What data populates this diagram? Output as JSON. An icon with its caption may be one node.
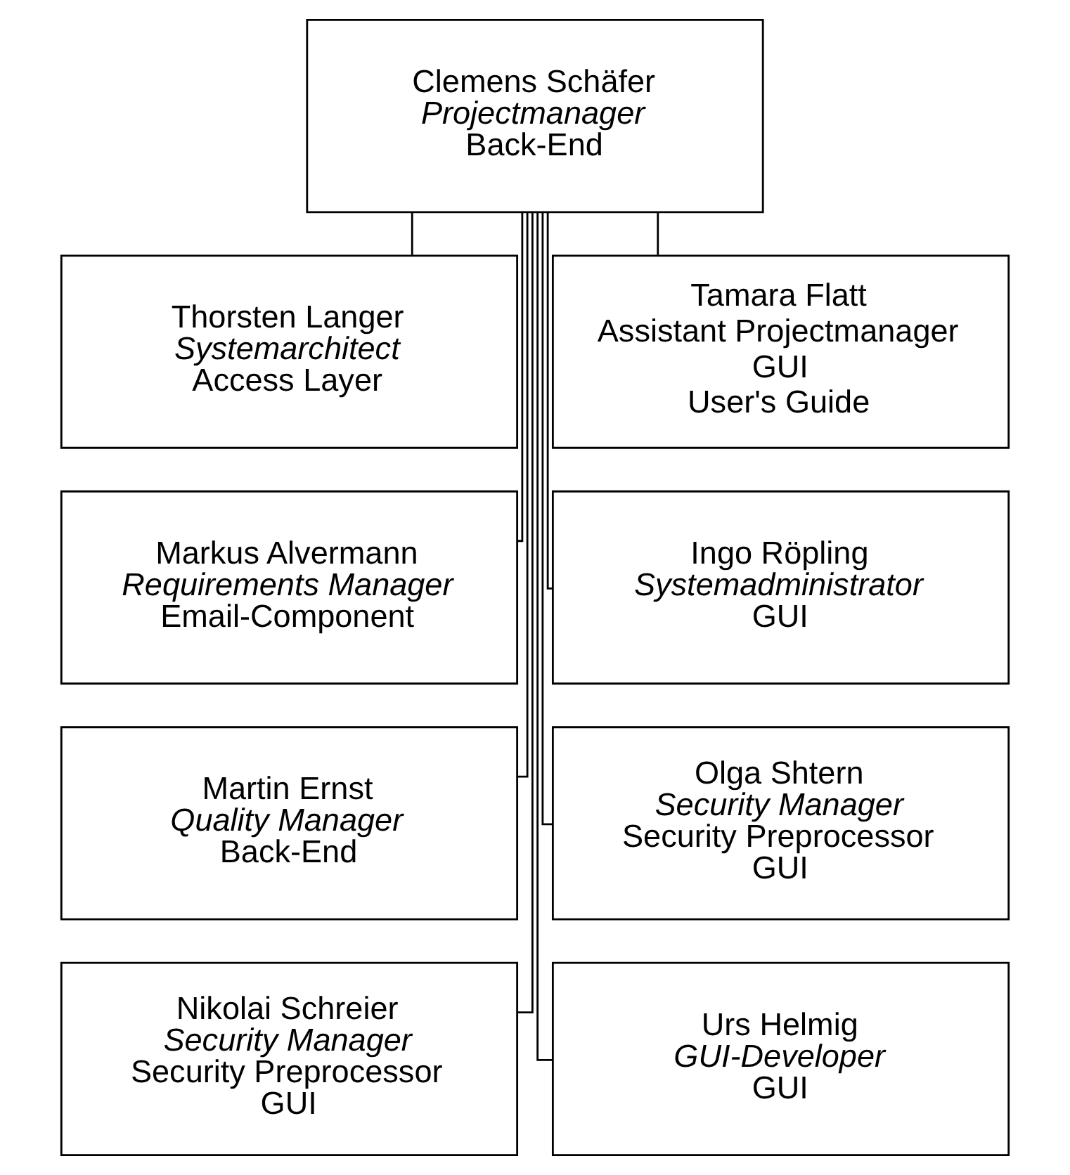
{
  "diagram": {
    "nodes": [
      {
        "text": [
          "Clemens Schäfer",
          "Projectmanager",
          "Back-End"
        ]
      },
      {
        "text": [
          "Thorsten Langer",
          "Systemarchitect",
          "Access Layer"
        ]
      },
      {
        "text": [
          "Tamara Flatt",
          "Assistant Projectmanager",
          "GUI",
          "User's Guide"
        ]
      },
      {
        "text": [
          "Markus Alvermann",
          "Requirements Manager",
          "Email-Component"
        ]
      },
      {
        "text": [
          "Ingo Röpling",
          "Systemadministrator",
          "GUI"
        ]
      },
      {
        "text": [
          "Martin Ernst",
          "Quality Manager",
          "Back-End"
        ]
      },
      {
        "text": [
          "Olga Shtern",
          "Security Manager",
          "Security Preprocessor",
          "GUI"
        ]
      },
      {
        "text": [
          "Nikolai Schreier",
          "Security Manager",
          "Security Preprocessor",
          "GUI"
        ]
      },
      {
        "text": [
          "Urs Helmig",
          "GUI-Developer",
          "GUI"
        ]
      }
    ],
    "edges": [
      {
        "from": 0,
        "to": 1,
        "arrow": "none"
      },
      {
        "from": 0,
        "to": 2,
        "arrow": "none"
      },
      {
        "from": 0,
        "to": 3,
        "arrow": "none"
      },
      {
        "from": 0,
        "to": 4,
        "arrow": "none"
      },
      {
        "from": 0,
        "to": 5,
        "arrow": "none"
      },
      {
        "from": 0,
        "to": 6,
        "arrow": "none"
      },
      {
        "from": 0,
        "to": 7,
        "arrow": "none"
      },
      {
        "from": 0,
        "to": 8,
        "arrow": "none"
      }
    ]
  }
}
